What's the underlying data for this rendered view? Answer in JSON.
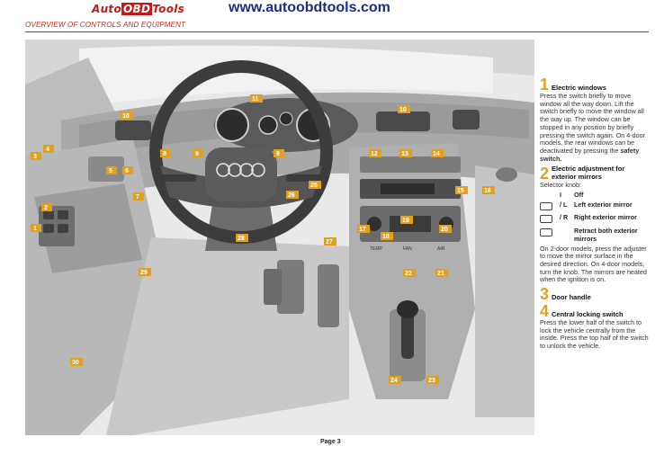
{
  "header": {
    "logo_left": "Auto",
    "logo_mid": "OBD",
    "logo_right": "Tools",
    "url": "www.autoobdtools.com",
    "subtitle": "OVERVIEW OF CONTROLS AND EQUIPMENT"
  },
  "callouts": [
    "1",
    "2",
    "3",
    "4",
    "5",
    "6",
    "7",
    "8",
    "9",
    "10",
    "11",
    "12",
    "13",
    "14",
    "15",
    "16",
    "17",
    "18",
    "19",
    "20",
    "21",
    "22",
    "23",
    "24",
    "25",
    "26",
    "27",
    "28",
    "29",
    "30"
  ],
  "dashboard_labels": {
    "temp": "TEMP",
    "fan": "FAN",
    "air": "AIR"
  },
  "sections": [
    {
      "num": "1",
      "title": "Electric windows",
      "text": "Press the switch briefly to move window all the way down. Lift the switch briefly to move the window all the way up. The window can be stopped in any position by briefly pressing the switch again. On 4-door models, the rear windows can be deactivated by pressing the",
      "bold_tail": "safety switch."
    },
    {
      "num": "2",
      "title": "Electric adjustment for exterior mirrors",
      "intro": "Selector knob:",
      "options": [
        {
          "code": "I",
          "label": "Off"
        },
        {
          "code": "/ L",
          "label": "Left exterior mirror"
        },
        {
          "code": "/ R",
          "label": "Right exterior mirror"
        },
        {
          "code": "",
          "label": "Retract both exterior mirrors"
        }
      ],
      "text": "On 2-door models, press the adjuster to move the mirror surface in the desired direction. On 4-door models, turn the knob. The mirrors are heated when the ignition is on."
    },
    {
      "num": "3",
      "title": "Door handle"
    },
    {
      "num": "4",
      "title": "Central locking switch",
      "text": "Press the lower half of the switch to lock the vehicle centrally from the inside. Press the top half of the switch to unlock the vehicle."
    }
  ],
  "footer": {
    "page": "Page 3"
  },
  "colors": {
    "accent": "#c02d20",
    "badge": "#e2a020",
    "number": "#e2a020"
  }
}
